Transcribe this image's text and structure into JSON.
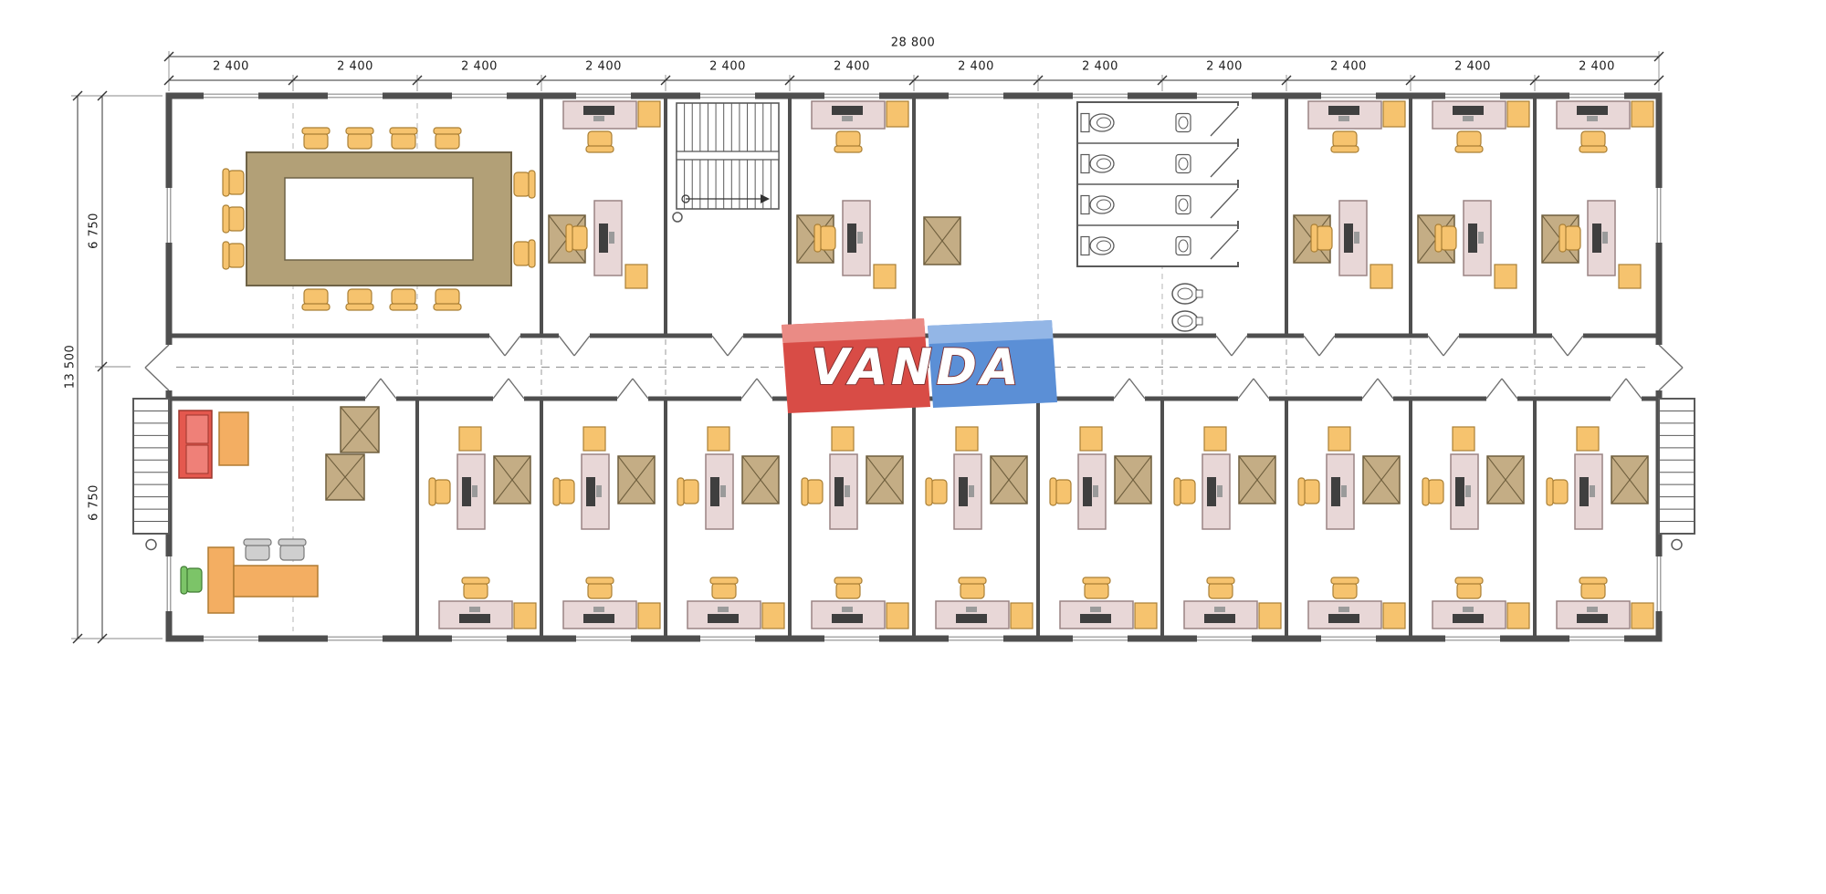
{
  "logo": {
    "text": "VANDA"
  },
  "dimensions": {
    "top_total": "28 800",
    "top_bays": [
      "2 400",
      "2 400",
      "2 400",
      "2 400",
      "2 400",
      "2 400",
      "2 400",
      "2 400",
      "2 400",
      "2 400",
      "2 400",
      "2 400"
    ],
    "left_total": "13 500",
    "left_halves": [
      "6 750",
      "6 750"
    ]
  },
  "palette": {
    "wall": "#4f4f4f",
    "line": "#5a5a5a",
    "dash": "#9a9a9a",
    "desk": "#e8d7d7",
    "desk_stroke": "#9a8484",
    "chair": "#f6c36e",
    "chair_stroke": "#a97f35",
    "cabinet": "#c4ad85",
    "cabinet_stroke": "#6f5f3e",
    "table": "#b2a077",
    "table_stroke": "#6e6246",
    "monitor": "#3f3f3f",
    "sofa": "#e4584e",
    "sofa_stroke": "#9c362d",
    "sofa_cushion": "#ef8078",
    "accent_orange": "#f3ae62",
    "accent_orange_stroke": "#b07c33",
    "green": "#7cc468",
    "green_stroke": "#3f7a33",
    "gray_chair": "#cfcfcf",
    "gray_chair_stroke": "#787878",
    "logo_red": "#d84c46",
    "logo_red_light": "#ea8b85",
    "logo_blue": "#5b8fd6",
    "logo_blue_light": "#93b6e6",
    "dim_text": "#1c1c1c"
  },
  "floor_plan": {
    "bay_count": 12,
    "rooms_top": [
      {
        "name": "conference-room",
        "start": 0,
        "span": 3,
        "type": "conference"
      },
      {
        "name": "office-top-1",
        "start": 3,
        "span": 1,
        "type": "office"
      },
      {
        "name": "stairwell",
        "start": 4,
        "span": 1,
        "type": "stair"
      },
      {
        "name": "office-top-2",
        "start": 5,
        "span": 1,
        "type": "office"
      },
      {
        "name": "washroom",
        "start": 6,
        "span": 3,
        "type": "wc"
      },
      {
        "name": "office-top-3",
        "start": 9,
        "span": 1,
        "type": "office"
      },
      {
        "name": "office-top-4",
        "start": 10,
        "span": 1,
        "type": "office"
      },
      {
        "name": "office-top-5",
        "start": 11,
        "span": 1,
        "type": "office"
      }
    ],
    "rooms_bottom": [
      {
        "name": "lounge-reception",
        "start": 0,
        "span": 2,
        "type": "lounge"
      },
      {
        "name": "office-bottom-1",
        "start": 2,
        "span": 1,
        "type": "office"
      },
      {
        "name": "office-bottom-2",
        "start": 3,
        "span": 1,
        "type": "office"
      },
      {
        "name": "office-bottom-3",
        "start": 4,
        "span": 1,
        "type": "office"
      },
      {
        "name": "office-bottom-4",
        "start": 5,
        "span": 1,
        "type": "office"
      },
      {
        "name": "office-bottom-5",
        "start": 6,
        "span": 1,
        "type": "office"
      },
      {
        "name": "office-bottom-6",
        "start": 7,
        "span": 1,
        "type": "office"
      },
      {
        "name": "office-bottom-7",
        "start": 8,
        "span": 1,
        "type": "office"
      },
      {
        "name": "office-bottom-8",
        "start": 9,
        "span": 1,
        "type": "office"
      },
      {
        "name": "office-bottom-9",
        "start": 10,
        "span": 1,
        "type": "office"
      },
      {
        "name": "office-bottom-10",
        "start": 11,
        "span": 1,
        "type": "office"
      }
    ]
  }
}
